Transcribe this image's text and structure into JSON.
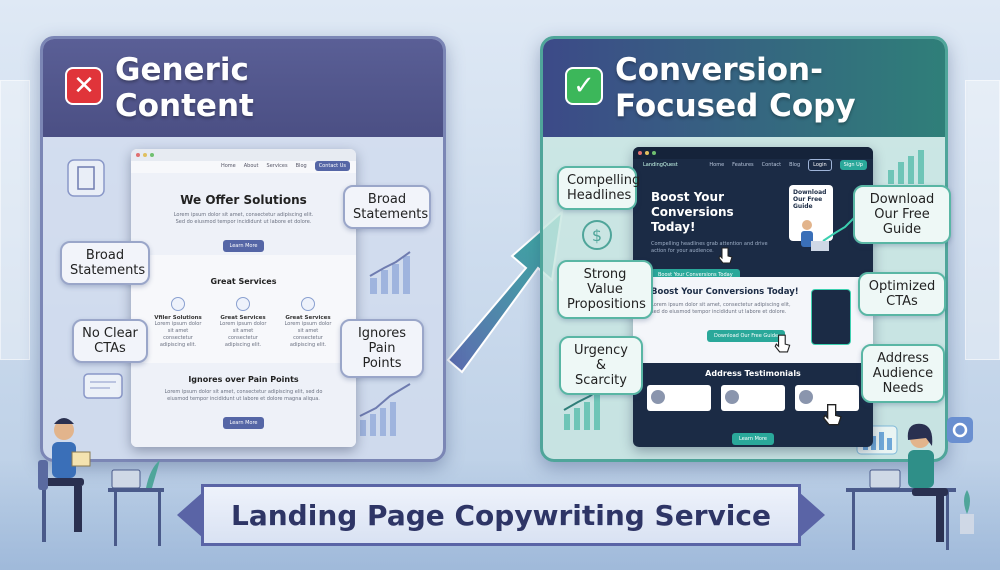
{
  "left_panel": {
    "title_lines": [
      "Generic",
      "Content"
    ],
    "icon": "x-icon",
    "mockup": {
      "nav": [
        "Home",
        "About",
        "Services",
        "Blog"
      ],
      "nav_button": "Contact Us",
      "hero_title": "We Offer Solutions",
      "hero_body": "Lorem ipsum dolor sit amet, consectetur adipiscing elit. Sed do eiusmod tempor incididunt ut labore et dolore.",
      "hero_button": "Learn More",
      "services_title": "Great Services",
      "services": [
        {
          "label": "Vfiler Solutions",
          "desc": "Lorem ipsum dolor sit amet consectetur adipiscing elit."
        },
        {
          "label": "Great Services",
          "desc": "Lorem ipsum dolor sit amet consectetur adipiscing elit."
        },
        {
          "label": "Great Services",
          "desc": "Lorem ipsum dolor sit amet consectetur adipiscing elit."
        }
      ],
      "pain_title": "Ignores over Pain Points",
      "pain_body": "Lorem ipsum dolor sit amet, consectetur adipiscing elit, sed do eiusmod tempor incididunt ut labore et dolore magna aliqua.",
      "pain_button": "Learn More"
    },
    "callouts": [
      "Broad Statements",
      "Broad Statements",
      "No Clear CTAs",
      "Ignores Pain Points"
    ]
  },
  "right_panel": {
    "title_lines": [
      "Conversion-",
      "Focused Copy"
    ],
    "icon": "check-icon",
    "mockup": {
      "brand": "LandingQuest",
      "nav": [
        "Home",
        "Features",
        "Contact",
        "Blog"
      ],
      "nav_buttons": [
        "Login",
        "Sign Up"
      ],
      "hero_title_lines": [
        "Boost Your",
        "Conversions Today!"
      ],
      "hero_body": "Compelling headlines grab attention and drive action for your audience.",
      "hero_button": "Boost Your Conversions Today",
      "guide_card": "Download Our Free Guide",
      "section2_title": "Boost Your Conversions Today!",
      "section2_body": "Lorem ipsum dolor sit amet, consectetur adipiscing elit, sed do eiusmod tempor incididunt ut labore et dolore.",
      "section2_button": "Download Our Free Guide",
      "testimonials_title": "Address Testimonials",
      "cta_button": "Learn More"
    },
    "callouts": [
      "Compelling Headlines",
      "Download Our Free Guide",
      "Strong Value Propositions",
      "Optimized CTAs",
      "Urgency & Scarcity",
      "Address Audience Needs"
    ]
  },
  "banner": {
    "text": "Landing Page Copywriting Service"
  },
  "colors": {
    "negative": "#e0343a",
    "positive": "#3cb75a",
    "accent": "#2aa89a",
    "navy": "#2e3566"
  }
}
